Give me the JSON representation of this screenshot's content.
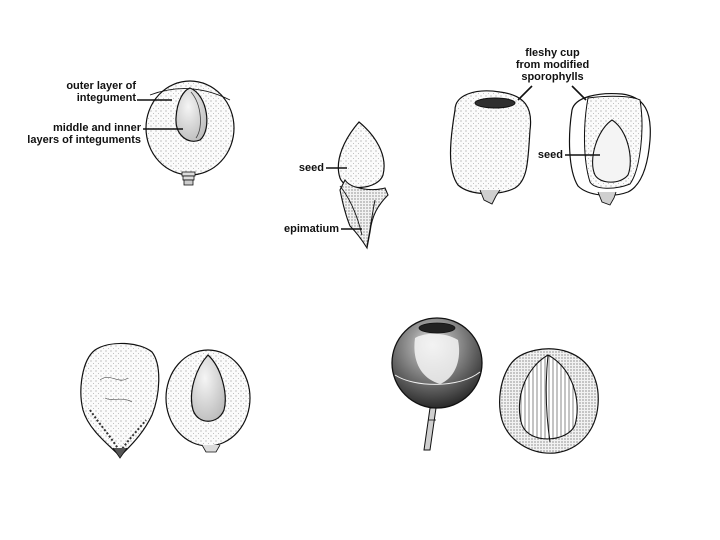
{
  "labels": {
    "outer_layer": "outer layer of\nintegument",
    "middle_inner": "middle and inner\nlayers of integuments",
    "seed_mid": "seed",
    "epimatium": "epimatium",
    "fleshy_cup": "fleshy cup\nfrom modified\nsporophylls",
    "seed_right": "seed"
  },
  "colors": {
    "ink": "#111111",
    "stipple": "#e9e9e9",
    "dark": "#3a3a3a",
    "paper": "#ffffff"
  }
}
